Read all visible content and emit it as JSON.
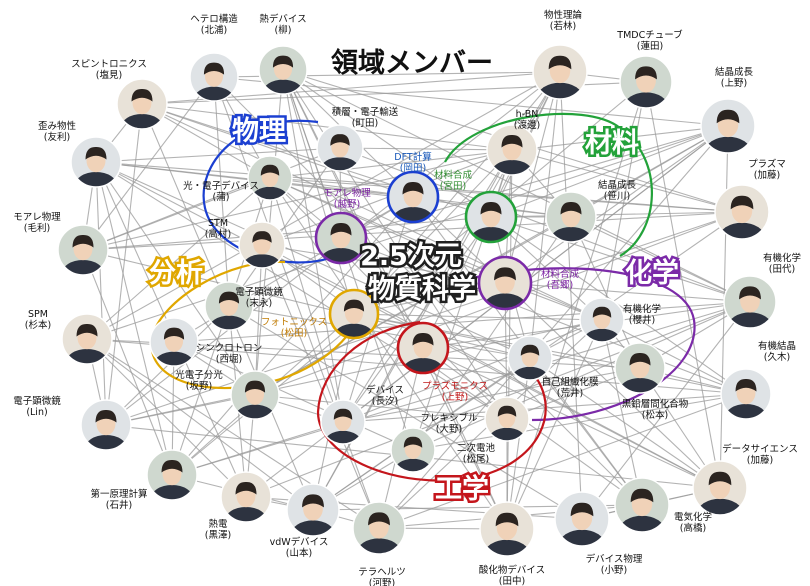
{
  "title": "領域メンバー",
  "center_text": [
    "2.5次元",
    "物質科学"
  ],
  "fields": [
    {
      "id": "physics",
      "label": "物理",
      "color": "#1b3fd1"
    },
    {
      "id": "materials",
      "label": "材料",
      "color": "#23a23a"
    },
    {
      "id": "analysis",
      "label": "分析",
      "color": "#e0a700"
    },
    {
      "id": "chemistry",
      "label": "化学",
      "color": "#7b2aa8"
    },
    {
      "id": "engineering",
      "label": "工学",
      "color": "#c4161c"
    }
  ],
  "colors": {
    "edges": "#9a9a9a",
    "physics": "#1b3fd1",
    "materials": "#23a23a",
    "analysis": "#e0a700",
    "chemistry": "#7b2aa8",
    "engineering": "#c4161c",
    "skin": "#f0d2b8",
    "hair": "#2b2420",
    "shirt": "#2d3340"
  },
  "members": [
    {
      "id": "hetero",
      "field": "ヘテロ構造",
      "name": "(北浦)",
      "tone": ""
    },
    {
      "id": "thermo1",
      "field": "熱デバイス",
      "name": "(柳)",
      "tone": ""
    },
    {
      "id": "spintro",
      "field": "スピントロニクス",
      "name": "(塩見)",
      "tone": ""
    },
    {
      "id": "strain",
      "field": "歪み物性",
      "name": "(友利)",
      "tone": ""
    },
    {
      "id": "moire1",
      "field": "モアレ物理",
      "name": "(毛利)",
      "tone": ""
    },
    {
      "id": "spm",
      "field": "SPM",
      "name": "(杉本)",
      "tone": ""
    },
    {
      "id": "em1",
      "field": "電子顕微鏡",
      "name": "(Lin)",
      "tone": ""
    },
    {
      "id": "firstp",
      "field": "第一原理計算",
      "name": "(石井)",
      "tone": ""
    },
    {
      "id": "thermo2",
      "field": "熱電",
      "name": "(黒澤)",
      "tone": ""
    },
    {
      "id": "vdw",
      "field": "vdWデバイス",
      "name": "(山本)",
      "tone": ""
    },
    {
      "id": "thz",
      "field": "テラヘルツ",
      "name": "(河野)",
      "tone": ""
    },
    {
      "id": "oxide",
      "field": "酸化物デバイス",
      "name": "(田中)",
      "tone": ""
    },
    {
      "id": "devphys",
      "field": "デバイス物理",
      "name": "(小野)",
      "tone": ""
    },
    {
      "id": "echem",
      "field": "電気化学",
      "name": "(高橋)",
      "tone": ""
    },
    {
      "id": "datasci",
      "field": "データサイエンス",
      "name": "(加藤)",
      "tone": ""
    },
    {
      "id": "orgcry",
      "field": "有機結晶",
      "name": "(久木)",
      "tone": ""
    },
    {
      "id": "orgchem2",
      "field": "有機化学",
      "name": "(田代)",
      "tone": ""
    },
    {
      "id": "plasma",
      "field": "プラズマ",
      "name": "(加藤)",
      "tone": ""
    },
    {
      "id": "crystal1",
      "field": "結晶成長",
      "name": "(上野)",
      "tone": ""
    },
    {
      "id": "tmdc",
      "field": "TMDCチューブ",
      "name": "(蓮田)",
      "tone": ""
    },
    {
      "id": "theory",
      "field": "物性理論",
      "name": "(若林)",
      "tone": ""
    },
    {
      "id": "layered",
      "field": "積層・電子輸送",
      "name": "(町田)",
      "tone": ""
    },
    {
      "id": "optdev",
      "field": "光・電子デバイス",
      "name": "(蒲)",
      "tone": ""
    },
    {
      "id": "stm",
      "field": "STM",
      "name": "(高村)",
      "tone": ""
    },
    {
      "id": "dft",
      "field": "DFT計算",
      "name": "(岡田)",
      "tone": "blue"
    },
    {
      "id": "moire2",
      "field": "モアレ物理",
      "name": "(越野)",
      "tone": "purple"
    },
    {
      "id": "hbn",
      "field": "h-BN",
      "name": "(渡邊)",
      "tone": ""
    },
    {
      "id": "synth1",
      "field": "材料合成",
      "name": "(宮田)",
      "tone": "green"
    },
    {
      "id": "crystal2",
      "field": "結晶成長",
      "name": "(笹川)",
      "tone": ""
    },
    {
      "id": "synth2",
      "field": "材料合成",
      "name": "(吾郷)",
      "tone": "purple"
    },
    {
      "id": "orgchem1",
      "field": "有機化学",
      "name": "(櫻井)",
      "tone": ""
    },
    {
      "id": "em2",
      "field": "電子顕微鏡",
      "name": "(末永)",
      "tone": ""
    },
    {
      "id": "photonics",
      "field": "フォトニックス",
      "name": "(松田)",
      "tone": "orange"
    },
    {
      "id": "photoel",
      "field": "光電子分光",
      "name": "(坂野)",
      "tone": ""
    },
    {
      "id": "sync",
      "field": "シンクロトロン",
      "name": "(西堀)",
      "tone": ""
    },
    {
      "id": "plasmon",
      "field": "プラズモニクス",
      "name": "(上野)",
      "tone": "red"
    },
    {
      "id": "device",
      "field": "デバイス",
      "name": "(長汐)",
      "tone": ""
    },
    {
      "id": "flex",
      "field": "フレキシブル",
      "name": "(大野)",
      "tone": ""
    },
    {
      "id": "battery",
      "field": "二次電池",
      "name": "(松尾)",
      "tone": ""
    },
    {
      "id": "selforg",
      "field": "自己組織化膜",
      "name": "(荒井)",
      "tone": ""
    },
    {
      "id": "blackp",
      "field": "黒鉛層間化合物",
      "name": "(松本)",
      "tone": ""
    }
  ]
}
